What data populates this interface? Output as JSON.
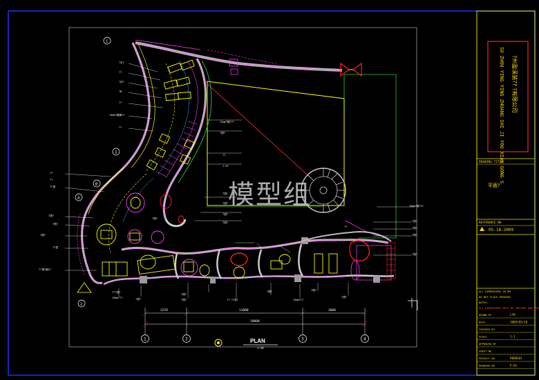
{
  "watermark": "模型组",
  "title_block": {
    "company_en": "SU ZHOU YING YING ZHUANG SHI JI YOU XIAN GONG S",
    "company_cn": "?州盈溪装?? ?有限公司",
    "drawing_title_label": "DRAWING TITLE",
    "drawing_title": "平面?",
    "reference_label": "REFERENCE NO",
    "date": "05-18-2009",
    "notes": [
      "ALL DIMENSIONS IN MM",
      "DO NOT SCALE DRAWING",
      "NOTES:",
      "ALL DIMENSIONS MUST BE CHECKED AND VERIFIED ON SITE"
    ],
    "rows": [
      {
        "label": "DRAWN BY",
        "value": "LYM"
      },
      {
        "label": "DATE",
        "value": "2009/05/18"
      },
      {
        "label": "CHECKED BY",
        "value": ""
      },
      {
        "label": "SCALE",
        "value": "1:1"
      },
      {
        "label": "APPROVED BY",
        "value": ""
      },
      {
        "label": "SHEET NO",
        "value": ""
      },
      {
        "label": "PROJECT NO",
        "value": "P090501"
      },
      {
        "label": "DRAWING NO",
        "value": "P-01"
      }
    ]
  },
  "plan_label": "PLAN",
  "plan_scale": "1:50",
  "dims": {
    "segments": [
      "2270",
      "11000",
      "3600"
    ],
    "total": "19000"
  },
  "grid_bubbles": [
    "1",
    "2",
    "3",
    "4"
  ],
  "side_bubbles": [
    "1",
    "2",
    "3",
    "A",
    "B"
  ],
  "left_labels": [
    "?平?",
    "??",
    "?灯?",
    "?B",
    "??",
    "15mm?玻璃??",
    "??",
    "??",
    "??",
    "T?顶",
    "?顶?",
    "?顶?",
    "?顶?",
    "T?顶",
    "T?顶?面27"
  ],
  "center_labels": [
    "15mm?玻???",
    "?顶?",
    "??",
    "1:25",
    "?顶?",
    "?顶?",
    "?顶?",
    "?顶?",
    "?顶?"
  ],
  "right_labels": [
    "?顶?",
    "?顶?",
    "?顶?",
    "?顶?",
    "??",
    "15mm?玻?27"
  ],
  "bottom_labels": [
    "???顶?",
    "15mm???",
    "?顶?",
    "?顶?",
    "?顶?",
    "?? ??顶?",
    "?顶?",
    "15mm???",
    "?顶?",
    "?顶?"
  ]
}
